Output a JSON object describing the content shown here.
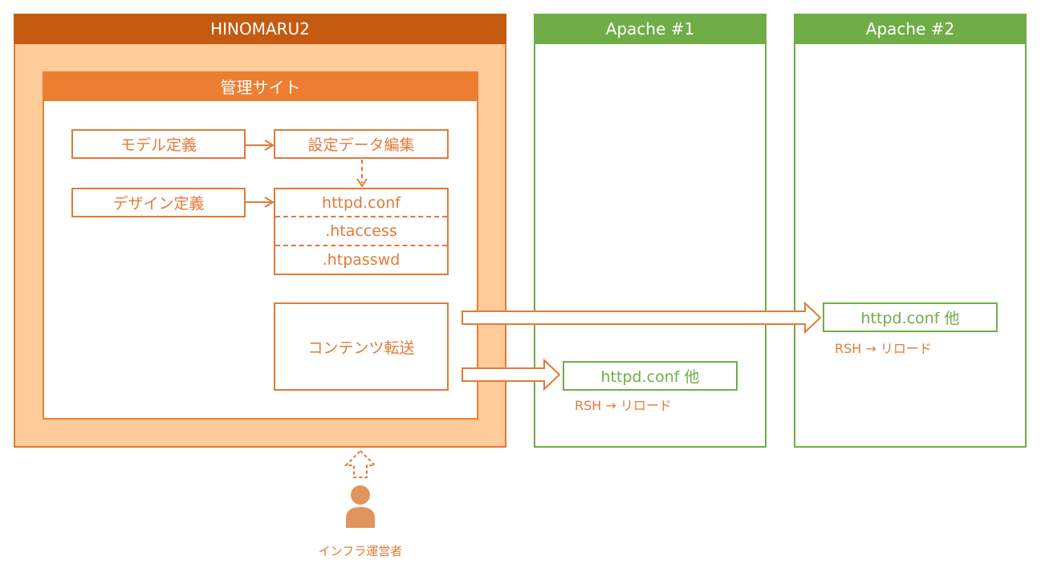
{
  "colors": {
    "hinomaru_header": "#c55a11",
    "hinomaru_bg": "#ffcc99",
    "admin_header": "#ed7d31",
    "orange_line": "#e07b39",
    "apache_green": "#70ad47",
    "operator_icon": "#e0955e"
  },
  "hinomaru": {
    "title": "HINOMARU2"
  },
  "admin_site": {
    "title": "管理サイト",
    "model_def": "モデル定義",
    "design_def": "デザイン定義",
    "config_edit": "設定データ編集",
    "files": [
      "httpd.conf",
      ".htaccess",
      ".htpasswd"
    ],
    "content_transfer": "コンテンツ転送"
  },
  "apache1": {
    "title": "Apache #1",
    "file_label": "httpd.conf 他",
    "note": "RSH → リロード"
  },
  "apache2": {
    "title": "Apache #2",
    "file_label": "httpd.conf 他",
    "note": "RSH → リロード"
  },
  "operator": {
    "label": "インフラ運営者",
    "icon": "person-icon"
  }
}
